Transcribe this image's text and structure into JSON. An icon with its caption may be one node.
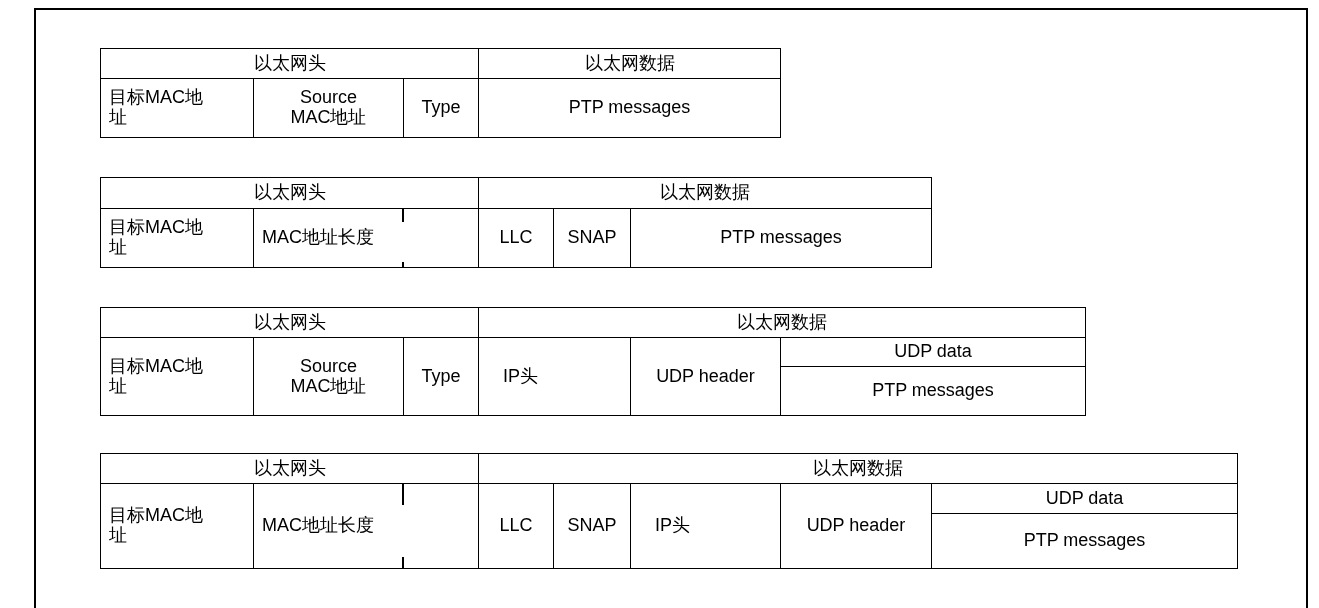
{
  "diagram": {
    "labels": [
      "以太网头",
      "以太网数据",
      "目标MAC地址",
      "Source MAC地址",
      "Type",
      "PTP messages",
      "以太网头",
      "以太网数据",
      "目标MAC地址",
      "MAC地址长度",
      "LLC",
      "SNAP",
      "PTP messages",
      "以太网头",
      "以太网数据",
      "目标MAC地址",
      "Source MAC地址",
      "Type",
      "IP头",
      "UDP header",
      "UDP data",
      "PTP messages",
      "以太网头",
      "以太网数据",
      "目标MAC地址",
      "MAC地址长度",
      "LLC",
      "SNAP",
      "IP头",
      "UDP header",
      "UDP data",
      "PTP messages"
    ]
  }
}
